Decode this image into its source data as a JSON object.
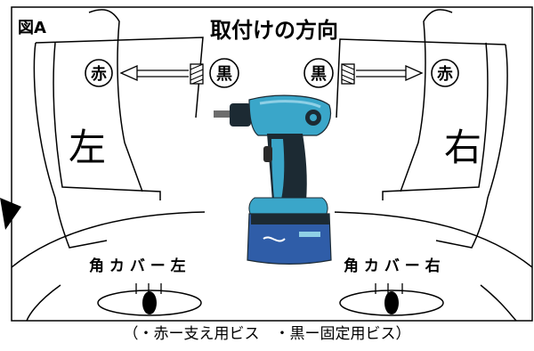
{
  "figure_label": "図A",
  "title": "取付けの方向",
  "left_side": {
    "side_label": "左",
    "red_marker": "赤",
    "black_marker": "黒"
  },
  "right_side": {
    "side_label": "右",
    "red_marker": "赤",
    "black_marker": "黒"
  },
  "left_bar_label": "角 カ バ ー 左",
  "right_bar_label": "角 カ バ ー 右",
  "caption": "（・赤ー支え用ビス　・黒ー固定用ビス）",
  "colors": {
    "tool_teal": "#3aa6c9",
    "tool_dark": "#1c2a33",
    "tool_highlight": "#8fd0e6",
    "battery_blue": "#2f5da8",
    "outline": "#000000"
  },
  "icons": [
    "drill-driver-image",
    "screw-icon",
    "arrow-icon",
    "pointer-arrow-icon"
  ]
}
